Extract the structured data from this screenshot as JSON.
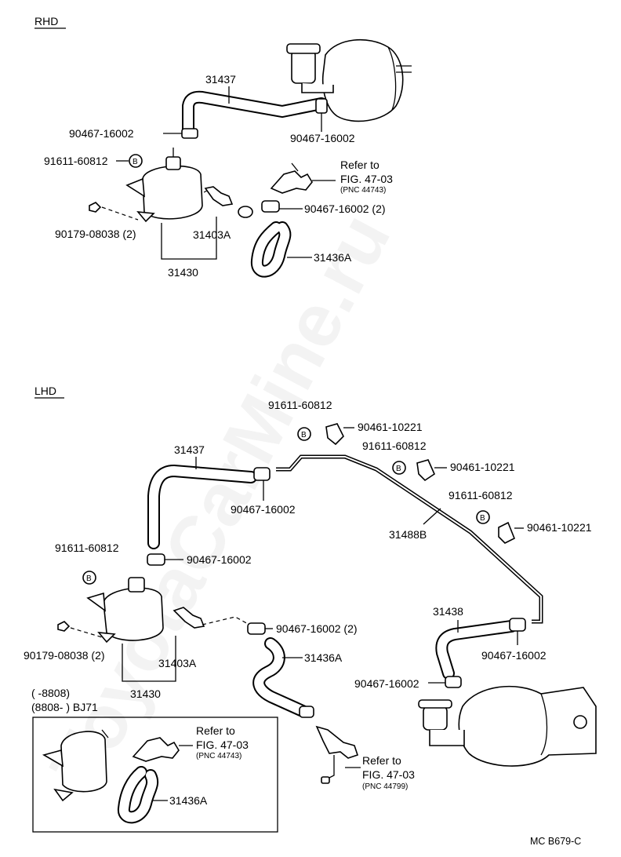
{
  "watermark": "ToyotaCarMine.ru",
  "rhd": {
    "section_label": "RHD",
    "labels": {
      "hose_31437": "31437",
      "clamp_left": "90467-16002",
      "clamp_right": "90467-16002",
      "bolt_b": "91611-60812",
      "bolt_circle": "B",
      "nut": "90179-08038 (2)",
      "valve_31403a": "31403A",
      "tank_31430": "31430",
      "hose_31436a": "31436A",
      "clamp_pair": "90467-16002 (2)",
      "refer_line1": "Refer to",
      "refer_line2": "FIG. 47-03",
      "refer_pnc": "(PNC 44743)"
    }
  },
  "lhd": {
    "section_label": "LHD",
    "labels": {
      "hose_31437": "31437",
      "clamp_top": "90467-16002",
      "bolt_1": "91611-60812",
      "bracket_1": "90461-10221",
      "bolt_2": "91611-60812",
      "bracket_2": "90461-10221",
      "bolt_3": "91611-60812",
      "bracket_3": "90461-10221",
      "pipe_31488b": "31488B",
      "bolt_left": "91611-60812",
      "clamp_left": "90467-16002",
      "bolt_circle": "B",
      "nut": "90179-08038 (2)",
      "valve_31403a": "31403A",
      "tank_31430": "31430",
      "clamp_pair": "90467-16002 (2)",
      "hose_31436a": "31436A",
      "hose_31438": "31438",
      "clamp_right": "90467-16002",
      "clamp_lower": "90467-16002",
      "refer_line1": "Refer to",
      "refer_line2": "FIG. 47-03",
      "refer_pnc": "(PNC 44799)"
    },
    "inset": {
      "range_line1": "(          -8808)",
      "range_line2": "(8808-           ) BJ71",
      "refer_line1": "Refer to",
      "refer_line2": "FIG. 47-03",
      "refer_pnc": "(PNC 44743)",
      "hose_31436a": "31436A"
    }
  },
  "footer": {
    "code": "MC  B679-C"
  }
}
